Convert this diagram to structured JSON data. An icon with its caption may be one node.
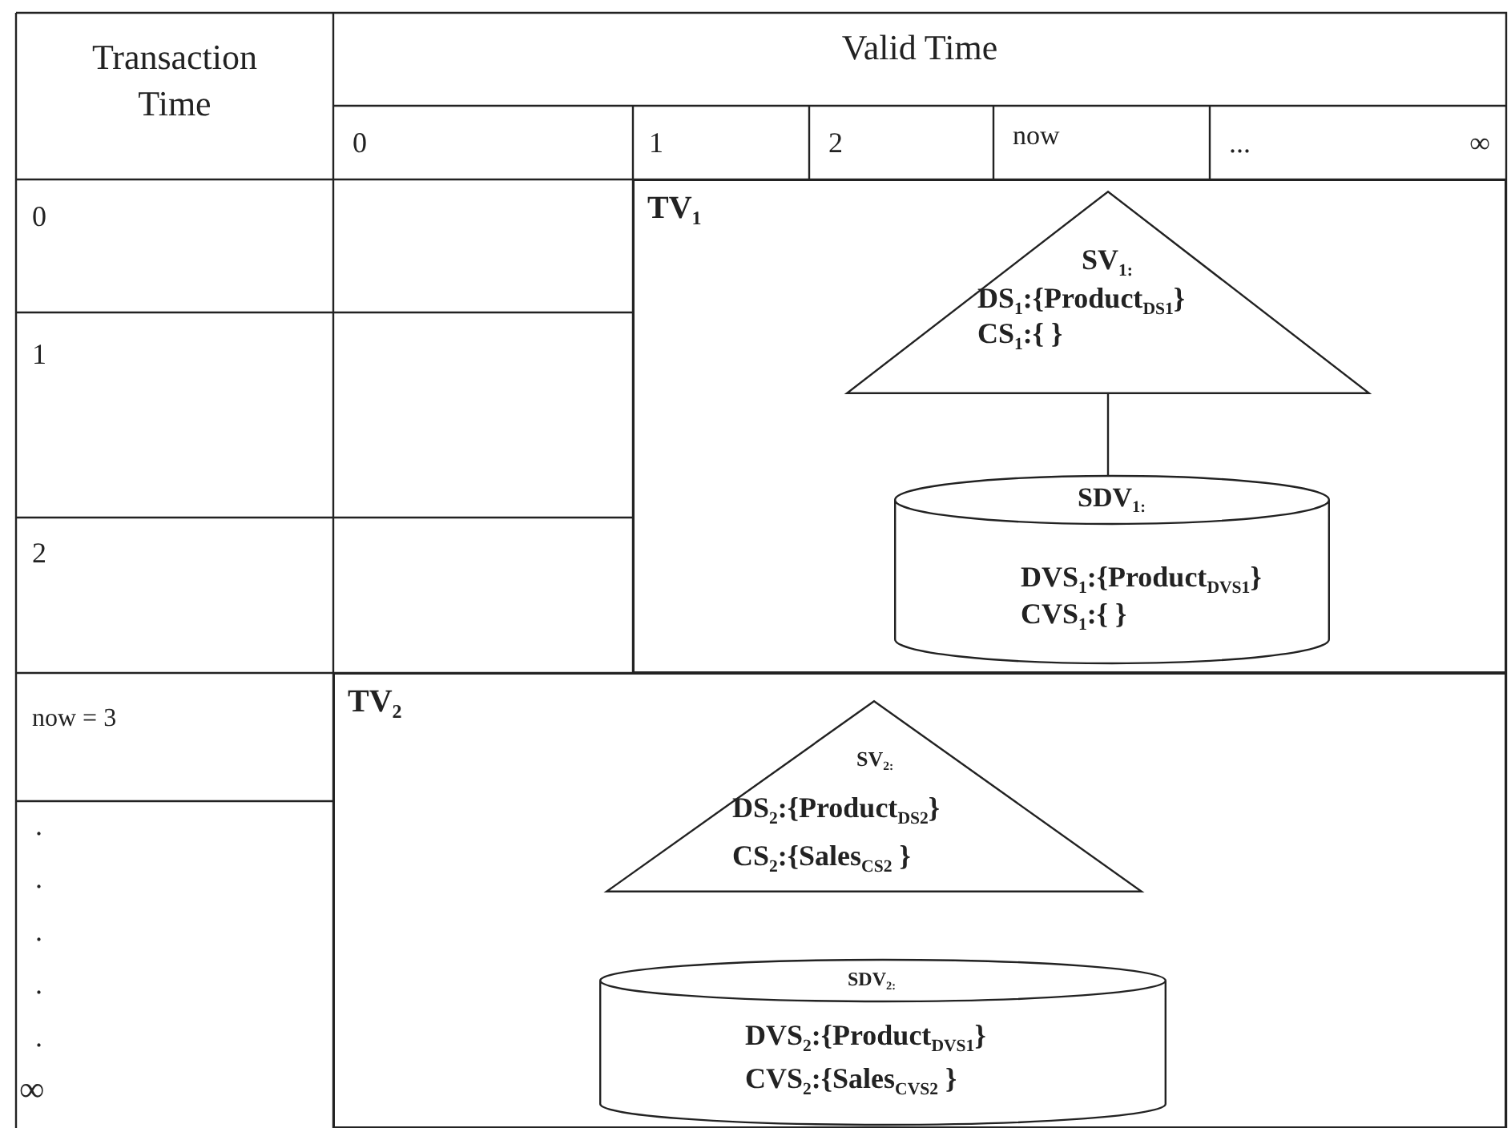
{
  "diagram": {
    "nodes": [
      {
        "text": [
          "TV$_{1}$"
        ]
      },
      {
        "text": [
          "SV$_{1:}$",
          "DS$_{1}$:{Product$_{DS1}$}",
          "CS$_{1}$:{ }"
        ],
        "in": 0
      },
      {
        "text": [
          "SDV$_{1:}$",
          "DVS$_{1}$:{Product$_{DVS1}$}",
          "CVS$_{1}$:{ }"
        ],
        "in": 0
      },
      {
        "text": [
          "TV$_{2}$"
        ]
      },
      {
        "text": [
          "SV$_{2:}$",
          "DS$_{2}$:{Product$_{DS2}$}",
          "CS$_{2}$:{Sales$_{CS2}$ }"
        ],
        "in": 3
      },
      {
        "text": [
          "SDV$_{2:}$",
          "DVS$_{2}$:{Product$_{DVS1}$}",
          "CVS$_{2}$:{Sales$_{CVS2}$ }"
        ],
        "in": 3
      }
    ],
    "edges": [
      {
        "from": 1,
        "to": 2,
        "arrow": "none"
      }
    ],
    "labels": [
      "Transaction Time",
      "Valid Time",
      "0",
      "1",
      "2",
      "now",
      "...",
      "∞",
      "0",
      "1",
      "2",
      "now = 3",
      ".",
      ".",
      ".",
      ".",
      ".",
      "∞"
    ]
  }
}
